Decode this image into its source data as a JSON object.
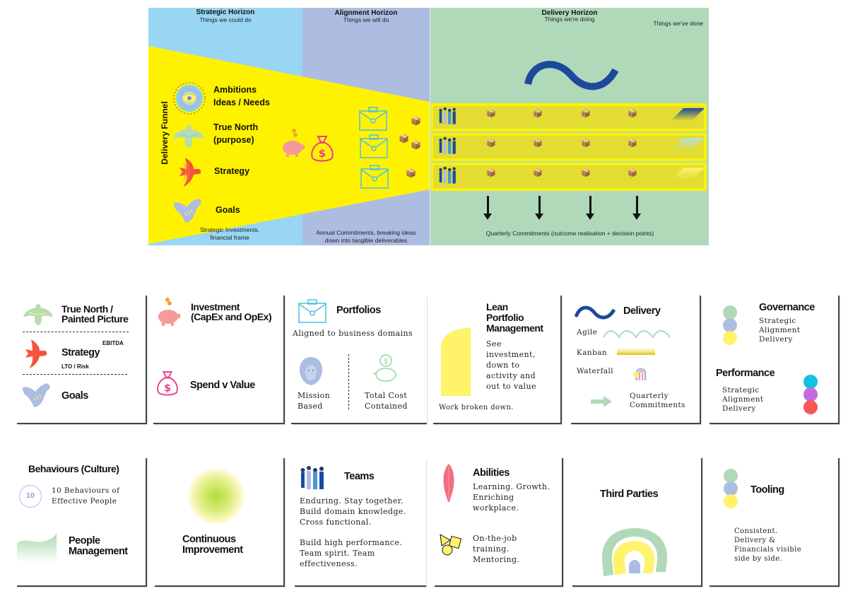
{
  "diagram": {
    "zones": [
      {
        "title": "Strategic Horizon",
        "subtitle": "Things we could do",
        "color": "#98d6f3",
        "footer": "Strategic Investments, financial frame"
      },
      {
        "title": "Alignment Horizon",
        "subtitle": "Things we will do",
        "color": "#adbde2",
        "footer": "Annual Commitments, breaking ideas down into tangible deliverables"
      },
      {
        "title": "Delivery Horizon",
        "subtitle": "Things we're doing",
        "color": "#b0d9b9",
        "footer": "Quarterly Commitments (outcome realisation + decision points)",
        "done_label": "Things we've done"
      }
    ],
    "funnel": {
      "label": "Delivery Funnel",
      "color": "#fff200",
      "items": [
        {
          "line1": "Ambitions",
          "line2": "Ideas / Needs",
          "icon": "mandala-eye-icon"
        },
        {
          "line1": "True North",
          "line2": "(purpose)",
          "icon": "green-bird-icon"
        },
        {
          "line1": "Strategy",
          "line2": "",
          "icon": "red-bird-icon"
        },
        {
          "line1": "Goals",
          "line2": "",
          "icon": "blue-dove-icon"
        }
      ]
    },
    "footers": {
      "strategic_1": "Strategic Investments,",
      "strategic_2": "financial frame",
      "alignment_1": "Annual Commitments, breaking ideas",
      "alignment_2": "down into tangible deliverables",
      "delivery": "Quarterly Commitments (outcome realisation + decision points)"
    },
    "lanes": [
      {
        "team_icon": "team-icon",
        "boxes": 4,
        "end_icon": "blue-gradient-parallelogram"
      },
      {
        "team_icon": "team-icon",
        "boxes": 4,
        "end_icon": "mint-gradient-parallelogram"
      },
      {
        "team_icon": "team-icon",
        "boxes": 4,
        "end_icon": "yellow-gradient-parallelogram"
      }
    ],
    "quarter_arrows": 4,
    "wave_color": "#1b4a9c"
  },
  "cards": {
    "strategy": {
      "true_north_1": "True North /",
      "true_north_2": "Painted Picture",
      "strategy": "Strategy",
      "ebitda": "EBITDA",
      "lto": "LTO / Risk",
      "goals": "Goals"
    },
    "investment": {
      "title_1": "Investment",
      "title_2": "(CapEx and OpEx)",
      "spend": "Spend v Value"
    },
    "portfolios": {
      "title": "Portfolios",
      "subtitle": "Aligned to business domains",
      "mission_1": "Mission",
      "mission_2": "Based",
      "cost_1": "Total Cost",
      "cost_2": "Contained"
    },
    "lpm": {
      "title_1": "Lean",
      "title_2": "Portfolio",
      "title_3": "Management",
      "body_1": "See",
      "body_2": "investment,",
      "body_3": "down to",
      "body_4": "activity and",
      "body_5": "out to value",
      "footer": "Work broken down."
    },
    "delivery": {
      "title": "Delivery",
      "agile": "Agile",
      "kanban": "Kanban",
      "waterfall": "Waterfall",
      "quarterly_1": "Quarterly",
      "quarterly_2": "Commitments"
    },
    "governance": {
      "title": "Governance",
      "items": [
        "Strategic",
        "Alignment",
        "Delivery"
      ],
      "colors": [
        "#b0d9b9",
        "#adbde2",
        "#fff36b"
      ],
      "perf_title": "Performance",
      "perf_items": [
        "Strategic",
        "Alignment",
        "Delivery"
      ],
      "perf_colors": [
        "#13c2dc",
        "#c76ae0",
        "#fa5656"
      ]
    },
    "behaviours": {
      "title": "Behaviours (Culture)",
      "badge": "10",
      "text_1": "10 Behaviours of",
      "text_2": "Effective People",
      "people_1": "People",
      "people_2": "Management"
    },
    "ci": {
      "title_1": "Continuous",
      "title_2": "Improvement"
    },
    "teams": {
      "title": "Teams",
      "p1_1": "Enduring. Stay together.",
      "p1_2": "Build domain knowledge.",
      "p1_3": "Cross functional.",
      "p2_1": "Build high performance.",
      "p2_2": "Team spirit. Team",
      "p2_3": "effectiveness."
    },
    "abilities": {
      "title": "Abilities",
      "p1_1": "Learning. Growth.",
      "p1_2": "Enriching",
      "p1_3": "workplace.",
      "p2_1": "On-the-job",
      "p2_2": "training.",
      "p2_3": "Mentoring."
    },
    "third_parties": {
      "title": "Third Parties"
    },
    "tooling": {
      "title": "Tooling",
      "body_1": "Consistent.",
      "body_2": "Delivery &",
      "body_3": "Financials visible",
      "body_4": "side by side."
    }
  }
}
